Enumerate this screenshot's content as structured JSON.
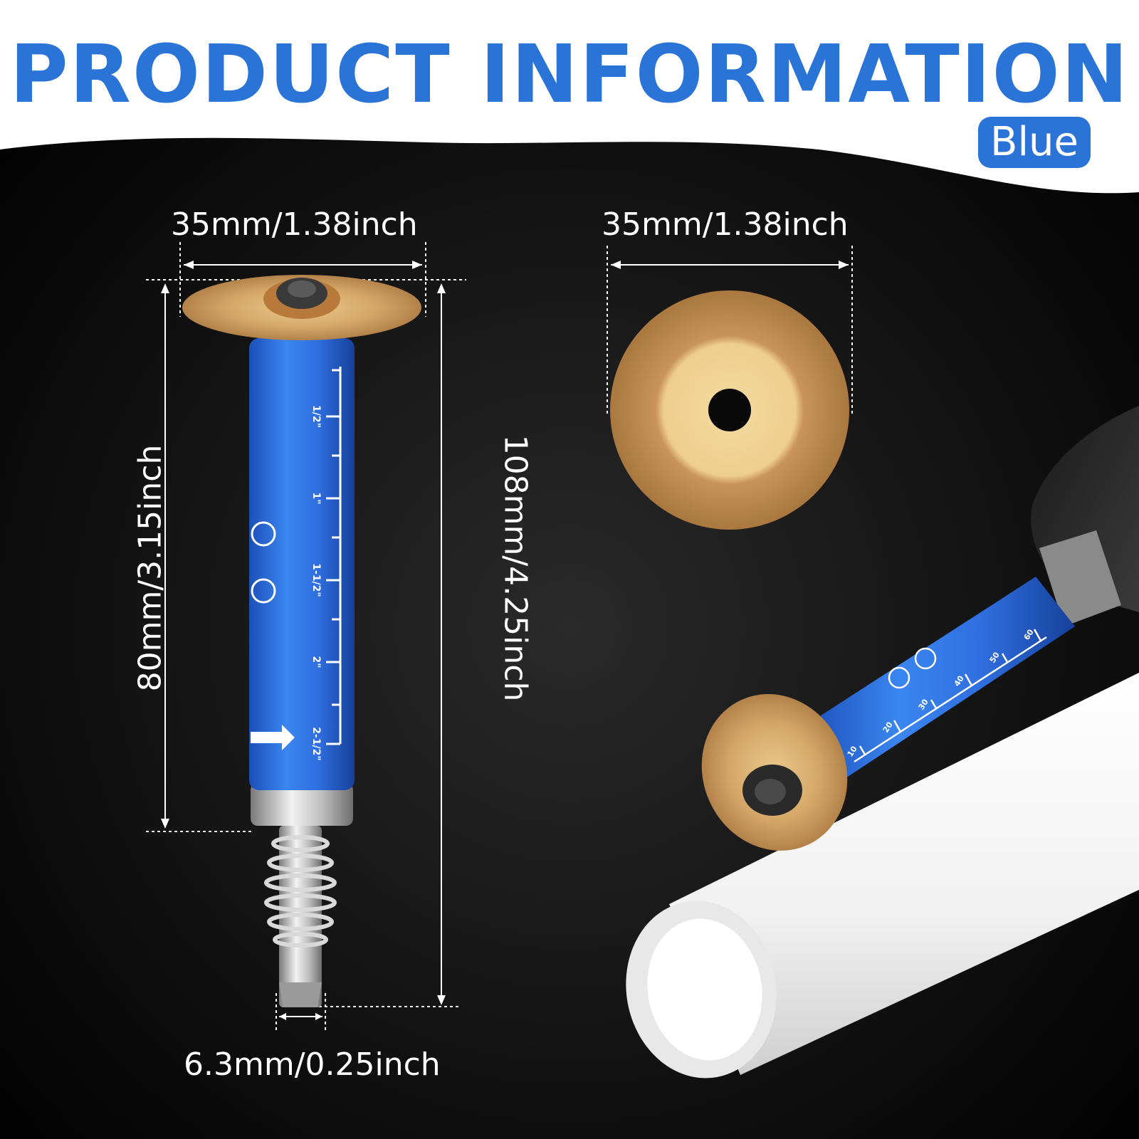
{
  "header": {
    "title": "PRODUCT INFORMATION",
    "color_badge": "Blue"
  },
  "dimensions": {
    "blade_diameter_assembled": "35mm/1.38inch",
    "blade_diameter_single": "35mm/1.38inch",
    "sleeve_length": "80mm/3.15inch",
    "total_length": "108mm/4.25inch",
    "shank_width": "6.3mm/0.25inch"
  },
  "tool_scale_labels": [
    "1/2\"",
    "1\"",
    "1-1/2\"",
    "2\"",
    "2-1/2\""
  ],
  "usage_scale_labels": [
    "10",
    "20",
    "30",
    "40",
    "50",
    "60"
  ],
  "colors": {
    "brand_blue": "#2a74d8",
    "background": "#000000",
    "header_background": "#ffffff",
    "blade_gold": "#c99a5c",
    "tube_blue": "#2f6fe0"
  }
}
